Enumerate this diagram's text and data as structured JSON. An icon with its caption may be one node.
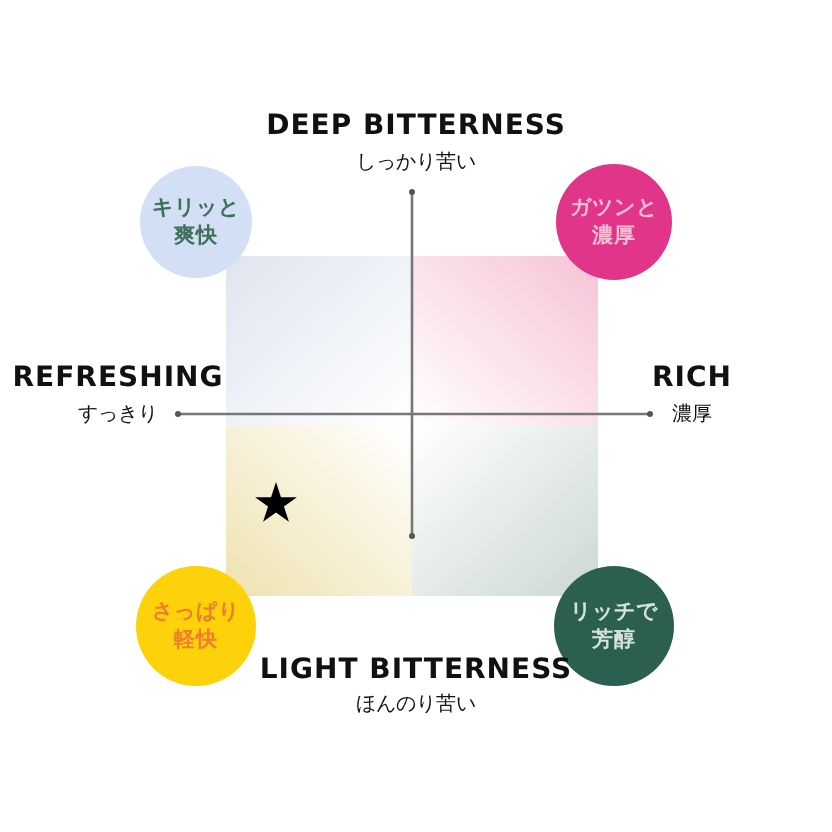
{
  "diagram": {
    "nodes": [
      {
        "text": [
          "キリッと爽快"
        ]
      },
      {
        "text": [
          "ガツンと濃厚"
        ]
      },
      {
        "text": [
          "さっぱり軽快"
        ]
      },
      {
        "text": [
          "リッチで芳醇"
        ]
      }
    ],
    "labels": [
      "DEEP BITTERNESS",
      "しっかり苦い",
      "REFRESHING",
      "すっきり",
      "RICH",
      "濃厚",
      "LIGHT BITTERNESS",
      "ほんのり苦い"
    ]
  }
}
